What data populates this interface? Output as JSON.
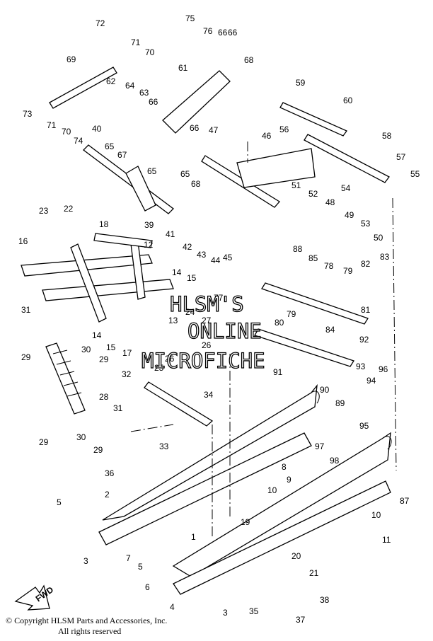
{
  "diagram": {
    "labels": [
      "1",
      "2",
      "3",
      "3",
      "4",
      "5",
      "5",
      "6",
      "7",
      "8",
      "9",
      "10",
      "10",
      "11",
      "12",
      "13",
      "14",
      "14",
      "15",
      "15",
      "16",
      "17",
      "18",
      "19",
      "20",
      "21",
      "22",
      "23",
      "24",
      "25",
      "26",
      "26",
      "27",
      "28",
      "29",
      "29",
      "29",
      "29",
      "30",
      "30",
      "31",
      "31",
      "32",
      "33",
      "34",
      "35",
      "36",
      "37",
      "38",
      "39",
      "40",
      "41",
      "42",
      "43",
      "44",
      "45",
      "46",
      "47",
      "48",
      "49",
      "50",
      "51",
      "52",
      "53",
      "54",
      "55",
      "56",
      "57",
      "58",
      "59",
      "60",
      "61",
      "62",
      "63",
      "64",
      "65",
      "65",
      "65",
      "66",
      "66",
      "66",
      "66",
      "67",
      "68",
      "68",
      "69",
      "70",
      "70",
      "71",
      "71",
      "72",
      "73",
      "74",
      "75",
      "76",
      "77",
      "78",
      "79",
      "79",
      "80",
      "81",
      "82",
      "83",
      "84",
      "85",
      "87",
      "88",
      "89",
      "90",
      "91",
      "92",
      "93",
      "94",
      "95",
      "96",
      "97",
      "98"
    ],
    "watermark": [
      "HLSM'S",
      "ONLINE",
      "MICROFICHE"
    ],
    "fwd_label": "FWD",
    "copyright_line1": "© Copyright HLSM Parts and Accessories, Inc.",
    "copyright_line2": "All rights reserved"
  }
}
